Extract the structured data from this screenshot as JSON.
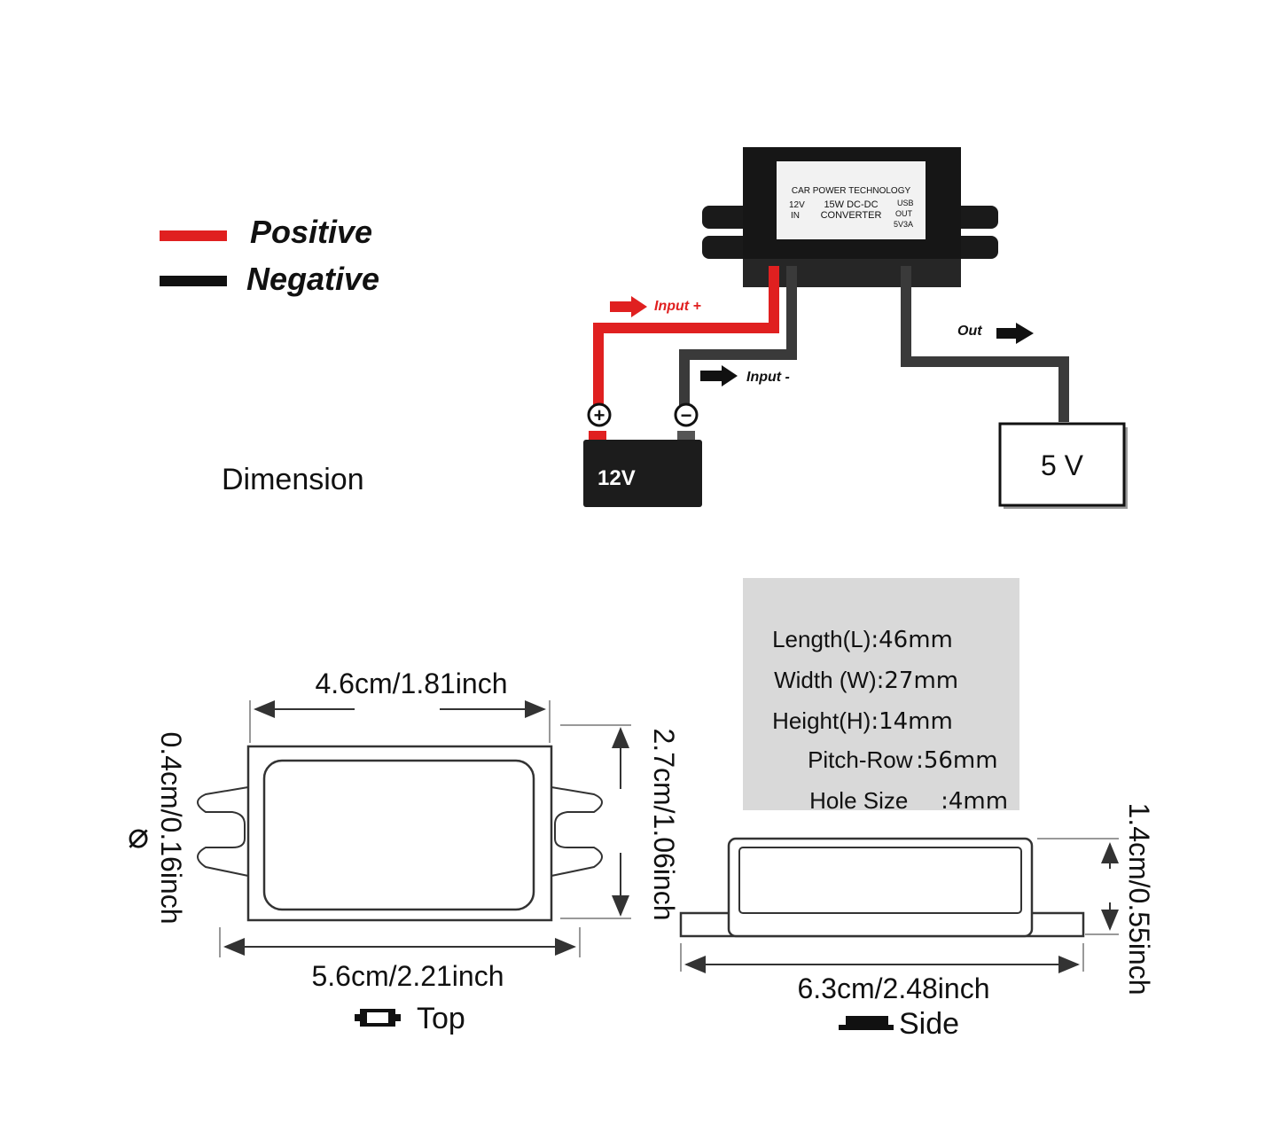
{
  "legend": {
    "positive": {
      "label": "Positive",
      "color": "#e02020"
    },
    "negative": {
      "label": "Negative",
      "color": "#111111"
    }
  },
  "dimension_heading": "Dimension",
  "wiring": {
    "module_label": {
      "line1": "CAR POWER TECHNOLOGY",
      "in_label": "12V\nIN",
      "center_label": "15W DC-DC\nCONVERTER",
      "out_label": "USB\nOUT\n5V3A"
    },
    "input_plus": "Input +",
    "input_minus": "Input -",
    "out": "Out",
    "battery_label": "12V",
    "battery_plus_symbol": "+",
    "battery_minus_symbol": "−",
    "output_label": "5 V"
  },
  "specs": [
    {
      "name": "Length(L)",
      "value": ":46mm"
    },
    {
      "name": "Width (W)",
      "value": ":27mm"
    },
    {
      "name": "Height(H)",
      "value": ":14mm"
    },
    {
      "name": "Pitch-Row",
      "value": ":56mm"
    },
    {
      "name": "Hole Size",
      "value": ":4mm"
    }
  ],
  "top_view": {
    "width_top": "4.6cm/1.81inch",
    "width_bottom": "5.6cm/2.21inch",
    "height_right": "2.7cm/1.06inch",
    "hole_left": "0.4cm/0.16inch",
    "hole_symbol": "⌀",
    "caption": "Top"
  },
  "side_view": {
    "length": "6.3cm/2.48inch",
    "height": "1.4cm/0.55inch",
    "caption": "Side"
  }
}
